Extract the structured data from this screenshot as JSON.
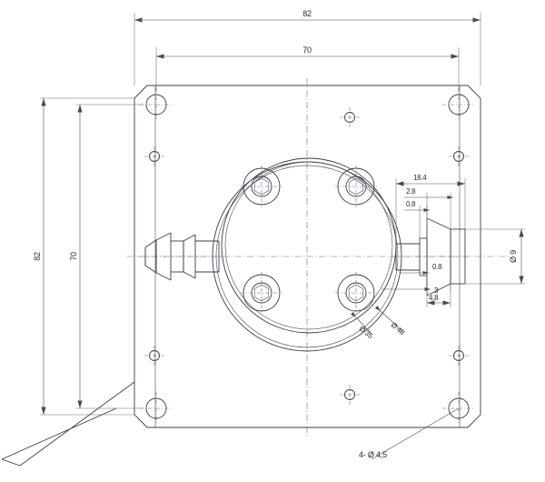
{
  "drawing": {
    "title": "Mechanical part dimensioned drawing",
    "type": "engineering-drawing",
    "units": "mm",
    "background_color": "#ffffff",
    "line_color": "#3c3c46",
    "dimension_color": "#2b2b33"
  },
  "dimensions": {
    "top_outer": "82",
    "top_inner": "70",
    "left_outer": "82",
    "left_inner": "70",
    "detail_total": "18.4",
    "detail_a": "2.8",
    "detail_b": "0.8",
    "detail_c": "0.8",
    "detail_d": "3",
    "detail_e": "4.8",
    "shaft_diameter": "Ø 9"
  },
  "annotations": {
    "inner_circle": "Ø 35",
    "outer_circle": "Ø 48",
    "hole_callout": "4- Ø 4,5"
  }
}
